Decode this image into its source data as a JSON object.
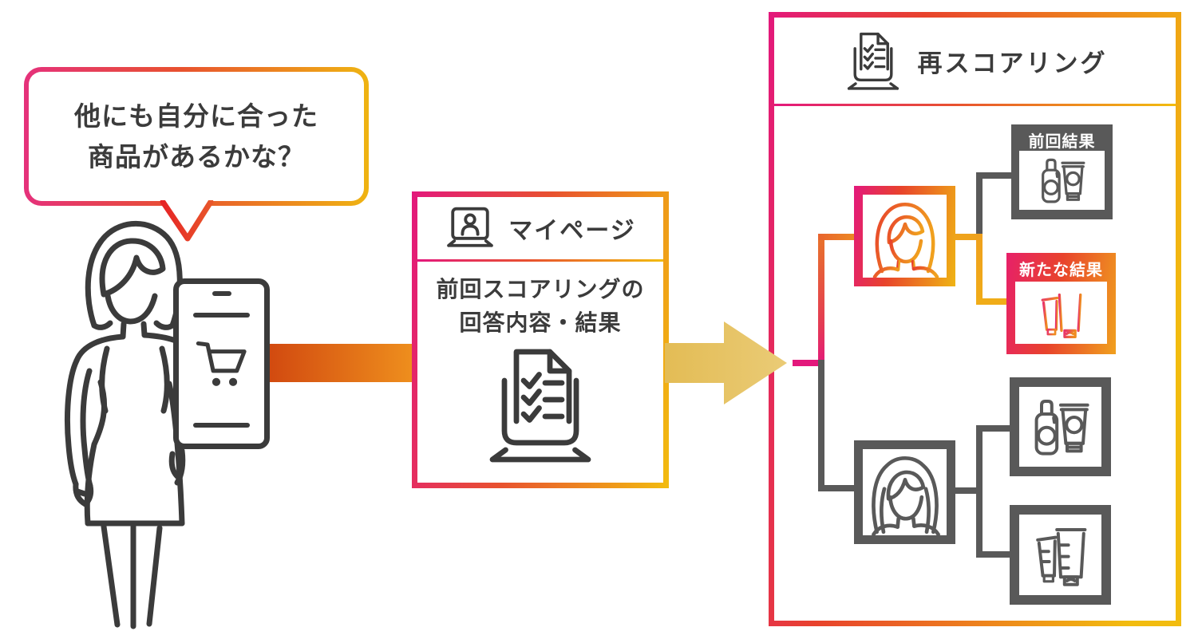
{
  "colors": {
    "ink": "#3B3B3B",
    "gray": "#595959",
    "magenta": "#E3187C",
    "red_orange": "#E8432C",
    "orange": "#ED8A23",
    "gold": "#EFB414",
    "arrow_body_gradient": [
      "#D24A10",
      "#EE8E1D"
    ],
    "arrow_head_gold": "#E8C465"
  },
  "speech_bubble": {
    "line1": "他にも自分に合った",
    "line2": "商品があるかな？"
  },
  "person": {
    "illustration": "woman-holding-tablet-illustration",
    "tablet_icon": "shopping-cart-icon"
  },
  "mypage_box": {
    "header_icon": "laptop-user-icon",
    "title": "マイページ",
    "body_line1": "前回スコアリングの",
    "body_line2": "回答内容・結果",
    "body_icon": "checklist-document-icon"
  },
  "rescoring_panel": {
    "header_icon": "checklist-document-icon",
    "title": "再スコアリング",
    "previous_result_label": "前回結果",
    "new_result_label": "新たな結果",
    "tree": {
      "top_profile_icon": "woman-face-icon-gradient",
      "bottom_profile_icon": "woman-face-icon-gray",
      "previous_result_icon": "bottle-and-tube-icon",
      "new_result_icon": "two-tubes-icon-gradient",
      "bottom_product_icons": [
        "bottle-and-tube-icon",
        "two-tubes-icon"
      ]
    }
  }
}
